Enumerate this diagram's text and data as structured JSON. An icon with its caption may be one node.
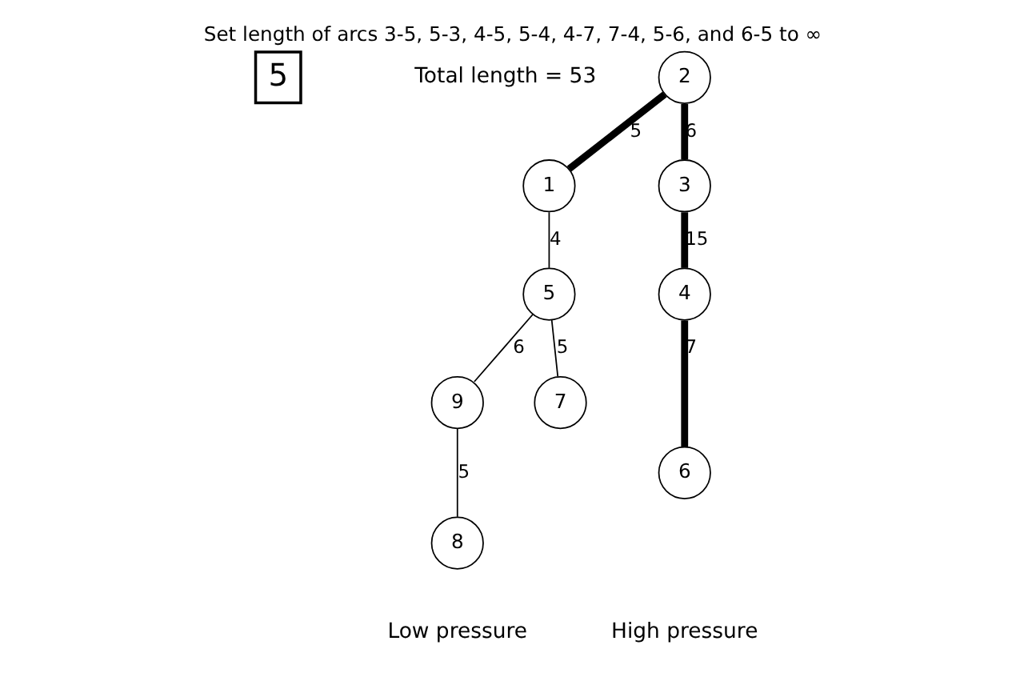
{
  "diagram": {
    "title": "Set length of arcs 3-5, 5-3, 4-5, 5-4, 4-7, 7-4, 5-6, and 6-5 to ∞",
    "nodes": [
      {
        "text": [
          "5"
        ]
      },
      {
        "text": [
          "1"
        ]
      },
      {
        "text": [
          "2"
        ]
      },
      {
        "text": [
          "3"
        ]
      },
      {
        "text": [
          "5"
        ]
      },
      {
        "text": [
          "9"
        ]
      },
      {
        "text": [
          "4"
        ]
      },
      {
        "text": [
          "6"
        ]
      },
      {
        "text": [
          "7"
        ]
      },
      {
        "text": [
          "8"
        ]
      }
    ],
    "edges": [
      {
        "from": 2,
        "to": 1,
        "arrow": "none",
        "label": "5",
        "style": "thick"
      },
      {
        "from": 2,
        "to": 3,
        "arrow": "none",
        "label": "6",
        "style": "thick"
      },
      {
        "from": 3,
        "to": 6,
        "arrow": "none",
        "label": "15",
        "style": "thick"
      },
      {
        "from": 6,
        "to": 7,
        "arrow": "none",
        "label": "7",
        "style": "thick"
      },
      {
        "from": 1,
        "to": 4,
        "arrow": "none",
        "label": "4"
      },
      {
        "from": 4,
        "to": 5,
        "arrow": "none",
        "label": "6"
      },
      {
        "from": 4,
        "to": 8,
        "arrow": "none",
        "label": "5"
      },
      {
        "from": 5,
        "to": 9,
        "arrow": "none",
        "label": "5"
      }
    ],
    "labels": [
      "Total length = 53",
      "High pressure",
      "Low pressure"
    ]
  }
}
